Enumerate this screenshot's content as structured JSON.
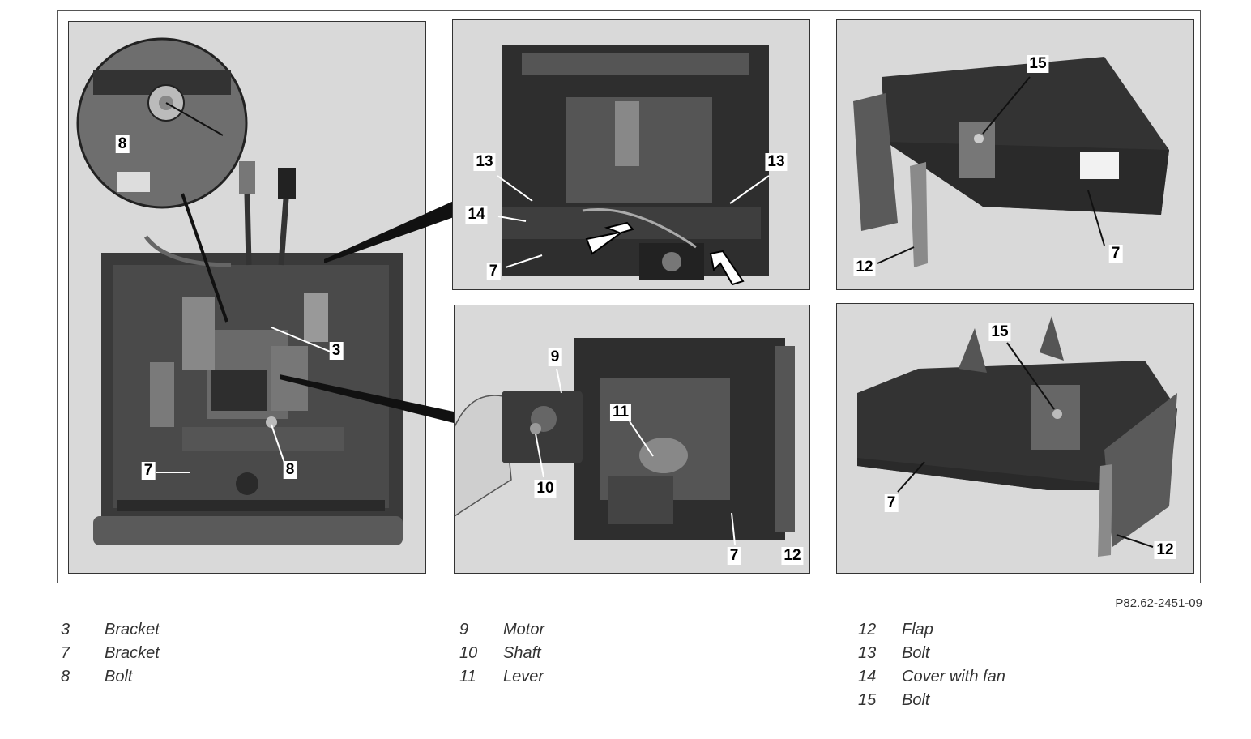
{
  "figure_ref": "P82.62-2451-09",
  "callouts": {
    "p1": [
      "8",
      "3",
      "7",
      "8"
    ],
    "p2": [
      "13",
      "13",
      "14",
      "7"
    ],
    "p3": [
      "9",
      "11",
      "10",
      "7",
      "12"
    ],
    "p4": [
      "15",
      "7",
      "12"
    ],
    "p5": [
      "15",
      "7",
      "12"
    ]
  },
  "legend": {
    "col1": [
      {
        "num": "3",
        "text": "Bracket"
      },
      {
        "num": "7",
        "text": "Bracket"
      },
      {
        "num": "8",
        "text": "Bolt"
      }
    ],
    "col2": [
      {
        "num": "9",
        "text": "Motor"
      },
      {
        "num": "10",
        "text": "Shaft"
      },
      {
        "num": "11",
        "text": "Lever"
      }
    ],
    "col3": [
      {
        "num": "12",
        "text": "Flap"
      },
      {
        "num": "13",
        "text": "Bolt"
      },
      {
        "num": "14",
        "text": "Cover with fan"
      },
      {
        "num": "15",
        "text": "Bolt"
      }
    ]
  }
}
